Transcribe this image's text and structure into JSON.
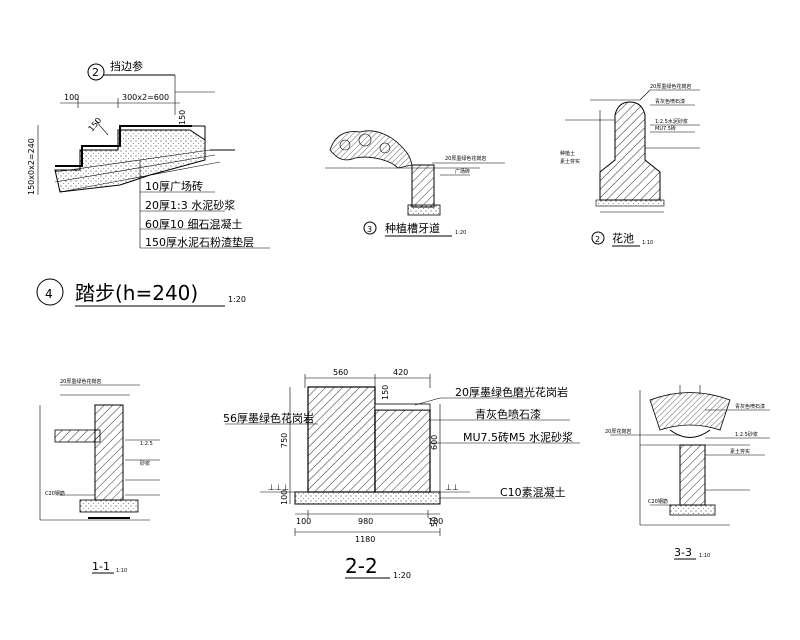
{
  "step_detail": {
    "callout_number": "2",
    "callout_label": "挡边参",
    "dim_top": [
      "100",
      "300x2=600"
    ],
    "dim_left": "150x0x2=240",
    "dim_right": "150",
    "dim_slope": "150",
    "layers": [
      "10厚广场砖",
      "20厚1:3  水泥砂浆",
      "60厚10  细石混凝土",
      "150厚水泥石粉渣垫层"
    ],
    "title_number": "4",
    "title": "踏步(h=240)",
    "scale": "1:20"
  },
  "planter_curb": {
    "number": "3",
    "title": "种植槽牙道",
    "scale": "1:20"
  },
  "flower_bed": {
    "number": "2",
    "title": "花池",
    "scale": "1:10"
  },
  "section_1_1": {
    "title": "1-1",
    "scale": "1:10"
  },
  "section_2_2": {
    "dims_top": [
      "560",
      "420"
    ],
    "dims_left": [
      "750",
      "100"
    ],
    "dims_right": [
      "150",
      "600",
      "50"
    ],
    "dims_bottom": [
      "100",
      "980",
      "100"
    ],
    "dim_total": "1180",
    "labels": [
      "20厚墨绿色磨光花岗岩",
      "56厚墨绿色花岗岩",
      "青灰色喷石漆",
      "MU7.5砖M5 水泥砂浆",
      "C10素混凝土"
    ],
    "title": "2-2",
    "scale": "1:20"
  },
  "section_3_3": {
    "title": "3-3",
    "scale": "1:10"
  }
}
